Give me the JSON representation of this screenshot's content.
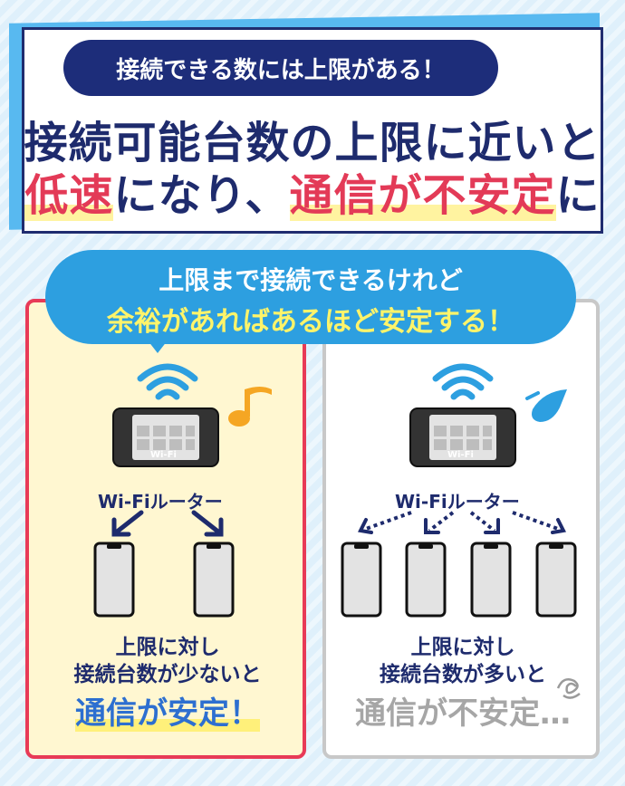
{
  "top": {
    "pill": "接続できる数には上限がある！",
    "line1": "接続可能台数の上限に近いと",
    "line2_red1": "低速",
    "line2_mid": "になり、",
    "line2_red2": "通信が不安定",
    "line2_end": "に"
  },
  "bubble": {
    "line1": "上限まで接続できるけれど",
    "line2": "余裕があればあるほど安定する！"
  },
  "left_panel": {
    "router_screen": "Wi-Fi",
    "router_label": "Wi-Fiルーター",
    "caption_line1": "上限に対し",
    "caption_line2": "接続台数が少ないと",
    "result": "通信が安定！"
  },
  "right_panel": {
    "router_screen": "Wi-Fi",
    "router_label": "Wi-Fiルーター",
    "caption_line1": "上限に対し",
    "caption_line2": "接続台数が多いと",
    "result": "通信が不安定…"
  },
  "colors": {
    "navy": "#1e2b6d",
    "red": "#e33a57",
    "blue": "#2d9fe0",
    "yellow": "#fff46a",
    "orange": "#f5a623"
  },
  "icons": [
    "wifi-icon",
    "router-icon",
    "music-note-icon",
    "sweat-drop-icon",
    "arrow-icon",
    "smartphone-icon",
    "swirl-icon"
  ]
}
